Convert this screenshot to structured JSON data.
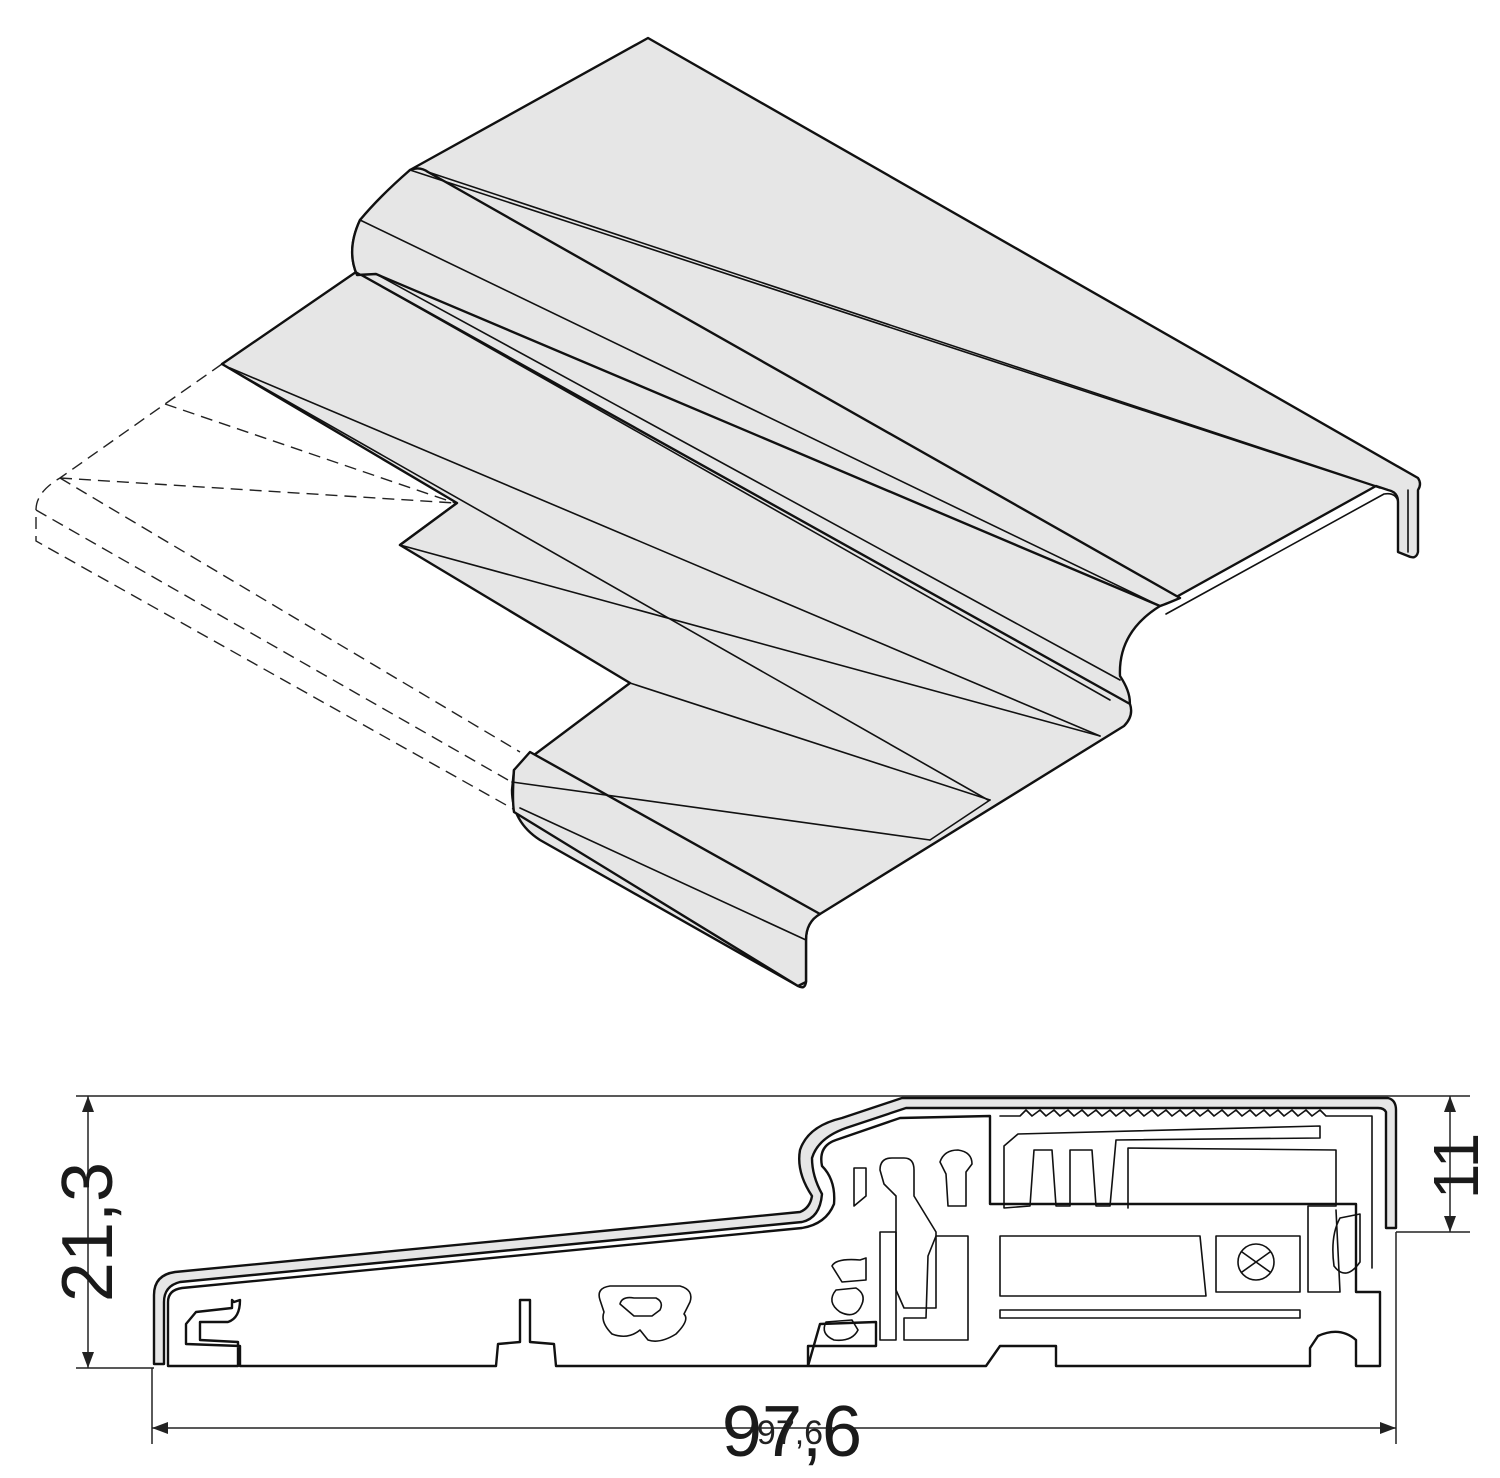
{
  "dimensions": {
    "overall_width": "97,6",
    "overall_width_ghost": "97,6",
    "overall_height": "21,3",
    "step_height": "11"
  },
  "colors": {
    "surface": "#e6e6e6",
    "outline": "#111111",
    "background": "#ffffff"
  }
}
